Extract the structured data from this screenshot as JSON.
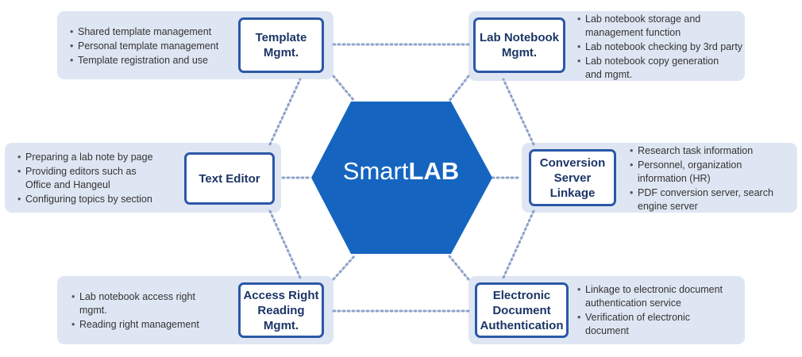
{
  "center": {
    "part1": "Smart",
    "part2": "LAB"
  },
  "modules": {
    "template": {
      "title": "Template\nMgmt.",
      "items": [
        "Shared template management",
        "Personal template management",
        "Template registration and use"
      ]
    },
    "notebook": {
      "title": "Lab Notebook\nMgmt.",
      "items": [
        "Lab notebook storage and\nmanagement function",
        "Lab notebook checking by 3rd party",
        "Lab notebook copy generation\nand mgmt."
      ]
    },
    "editor": {
      "title": "Text Editor",
      "items": [
        "Preparing a lab note by page",
        "Providing editors such as\nOffice and Hangeul",
        "Configuring topics by section"
      ]
    },
    "conversion": {
      "title": "Conversion\nServer\nLinkage",
      "items": [
        "Research task information",
        "Personnel, organization\ninformation (HR)",
        "PDF conversion server, search\nengine server"
      ]
    },
    "access": {
      "title": "Access Right\nReading\nMgmt.",
      "items": [
        "Lab notebook access right\nmgmt.",
        "Reading right management"
      ]
    },
    "auth": {
      "title": "Electronic\nDocument\nAuthentication",
      "items": [
        "Linkage to electronic document\nauthentication service",
        "Verification of electronic\ndocument"
      ]
    }
  },
  "colors": {
    "hexagon": "#1565c0",
    "box_border": "#2b58a6",
    "panel": "#dfe6f3",
    "connector": "#8ea3c9"
  }
}
